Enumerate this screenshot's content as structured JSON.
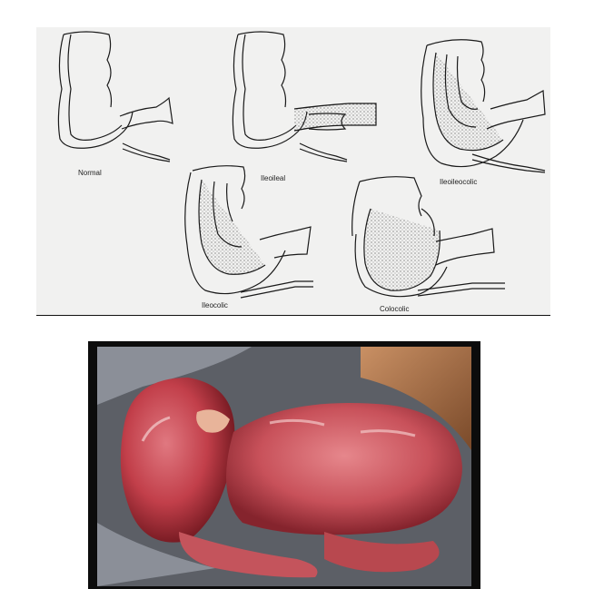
{
  "figure": {
    "labels": {
      "normal": "Normal",
      "ileoileal": "Ileoileal",
      "ileoileocolic": "Ileoileocolic",
      "ileocolic": "Ileocolic",
      "colocolic": "Colocolic"
    }
  },
  "colors": {
    "line": "#1a1a1a",
    "paper": "#f1f1f0",
    "stipple": "#bdbdbd",
    "tissue": "#b8323c",
    "drape": "#8b8f98"
  }
}
